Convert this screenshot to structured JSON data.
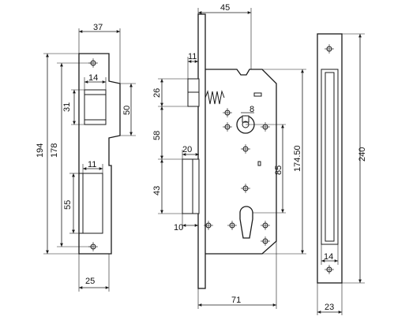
{
  "dims": {
    "strike_width": "37",
    "strike_total_height": "194",
    "strike_inner_height": "178",
    "latch_opening_width": "14",
    "latch_opening_height": "31",
    "latch_zone_height": "50",
    "bolt_opening_width": "11",
    "bolt_opening_height": "55",
    "strike_bottom_width": "25",
    "backset": "45",
    "faceplate_offset": "11",
    "latch_height": "26",
    "upper_offset": "58",
    "bolt_throw": "20",
    "bolt_height": "43",
    "bolt_detail": "10",
    "spindle_size": "8",
    "body_height": "174.50",
    "center_distance": "85",
    "body_width": "71",
    "faceplate_height": "240",
    "faceplate_inner_width": "14",
    "faceplate_width": "23"
  }
}
